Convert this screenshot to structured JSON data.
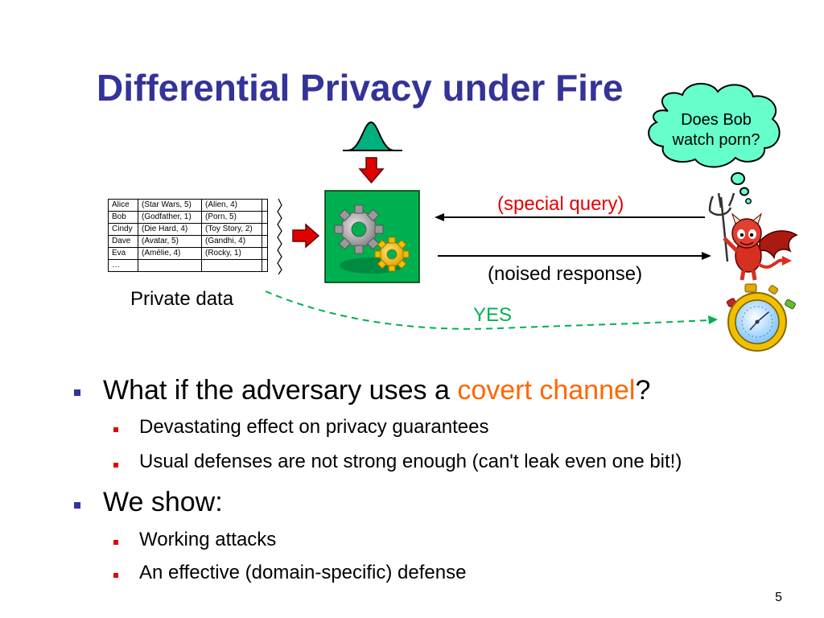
{
  "slide": {
    "title": "Differential Privacy under Fire",
    "page_number": "5"
  },
  "diagram": {
    "thought_bubble": {
      "line1": "Does Bob",
      "line2": "watch porn?"
    },
    "special_query": "(special query)",
    "noised_response": "(noised response)",
    "private_data_label": "Private data",
    "yes_label": "YES",
    "table": {
      "rows": [
        [
          "Alice",
          "(Star Wars, 5)",
          "(Alien, 4)"
        ],
        [
          "Bob",
          "(Godfather, 1)",
          "(Porn, 5)"
        ],
        [
          "Cindy",
          "(Die Hard, 4)",
          "(Toy Story, 2)"
        ],
        [
          "Dave",
          "(Avatar, 5)",
          "(Gandhi, 4)"
        ],
        [
          "Eva",
          "(Amélie, 4)",
          "(Rocky, 1)"
        ],
        [
          "…",
          "",
          ""
        ]
      ]
    },
    "icons": [
      "gears-icon",
      "devil-icon",
      "stopwatch-icon",
      "bell-curve-icon"
    ]
  },
  "bullets": {
    "b1_prefix": "What if the adversary uses a ",
    "b1_highlight": "covert channel",
    "b1_suffix": "?",
    "b1_sub1": "Devastating effect on privacy guarantees",
    "b1_sub2": "Usual defenses are not strong enough (can't leak even one bit!)",
    "b2": "We show:",
    "b2_sub1": "Working attacks",
    "b2_sub2": "An effective (domain-specific) defense"
  },
  "colors": {
    "title": "#333399",
    "highlight": "#ff6600",
    "query": "#e60000",
    "yes": "#00b050",
    "box": "#00b050",
    "bubble": "#66ffcc"
  }
}
